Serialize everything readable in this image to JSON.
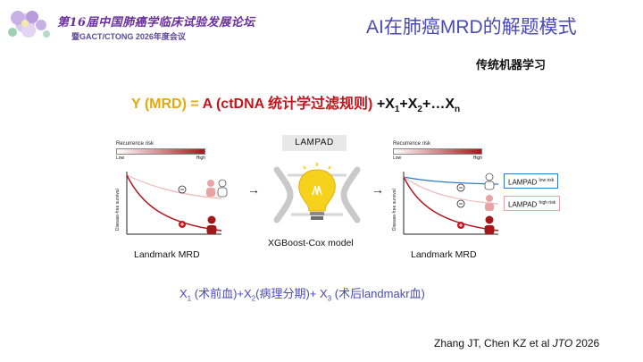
{
  "header": {
    "conference_line1": "第16届中国肺癌学临床试验发展论坛",
    "conference_line2": "暨GACT/CTONG 2026年度会议"
  },
  "slide": {
    "title": "AI在肺癌MRD的解题模式",
    "subtitle": "传统机器学习"
  },
  "formula": {
    "y_part": "Y (MRD) = ",
    "a_part": "A (ctDNA 统计学过滤规则)",
    "x_part": " +X",
    "x1_sub": "1",
    "x2_text": "+X",
    "x2_sub": "2",
    "xn_text": "+…X",
    "xn_sub": "n"
  },
  "left_panel": {
    "risk_title": "Recurrence risk",
    "risk_low": "Low",
    "risk_high": "High",
    "y_axis": "Disease-free survival",
    "caption": "Landmark MRD"
  },
  "model": {
    "tag": "LAMPAD",
    "caption": "XGBoost-Cox model"
  },
  "right_panel": {
    "risk_title": "Recurrence risk",
    "risk_low": "Low",
    "risk_high": "High",
    "y_axis": "Disease-free survival",
    "caption": "Landmark MRD",
    "low_box": "LAMPAD",
    "low_box_sup": "low risk",
    "high_box": "LAMPAD",
    "high_box_sup": "high risk"
  },
  "bottom_formula": {
    "x1": "X",
    "x1_sub": "1",
    "x1_desc": " (术前血)+X",
    "x2_sub": "2",
    "x2_desc": "(病理分期)+ X",
    "x3_sub": "3",
    "x3_desc": " (术后landmakr血)"
  },
  "citation": {
    "authors": "Zhang JT, Chen KZ et al ",
    "journal": "JTO",
    "year": " 2026"
  },
  "colors": {
    "title_blue": "#4a4ab8",
    "formula_yellow": "#e6a80a",
    "formula_red": "#c4161c",
    "curve_red": "#b5121b",
    "curve_pink": "#f0b8b8",
    "curve_blue": "#2f7cc4",
    "bulb_yellow": "#f7d21c"
  }
}
